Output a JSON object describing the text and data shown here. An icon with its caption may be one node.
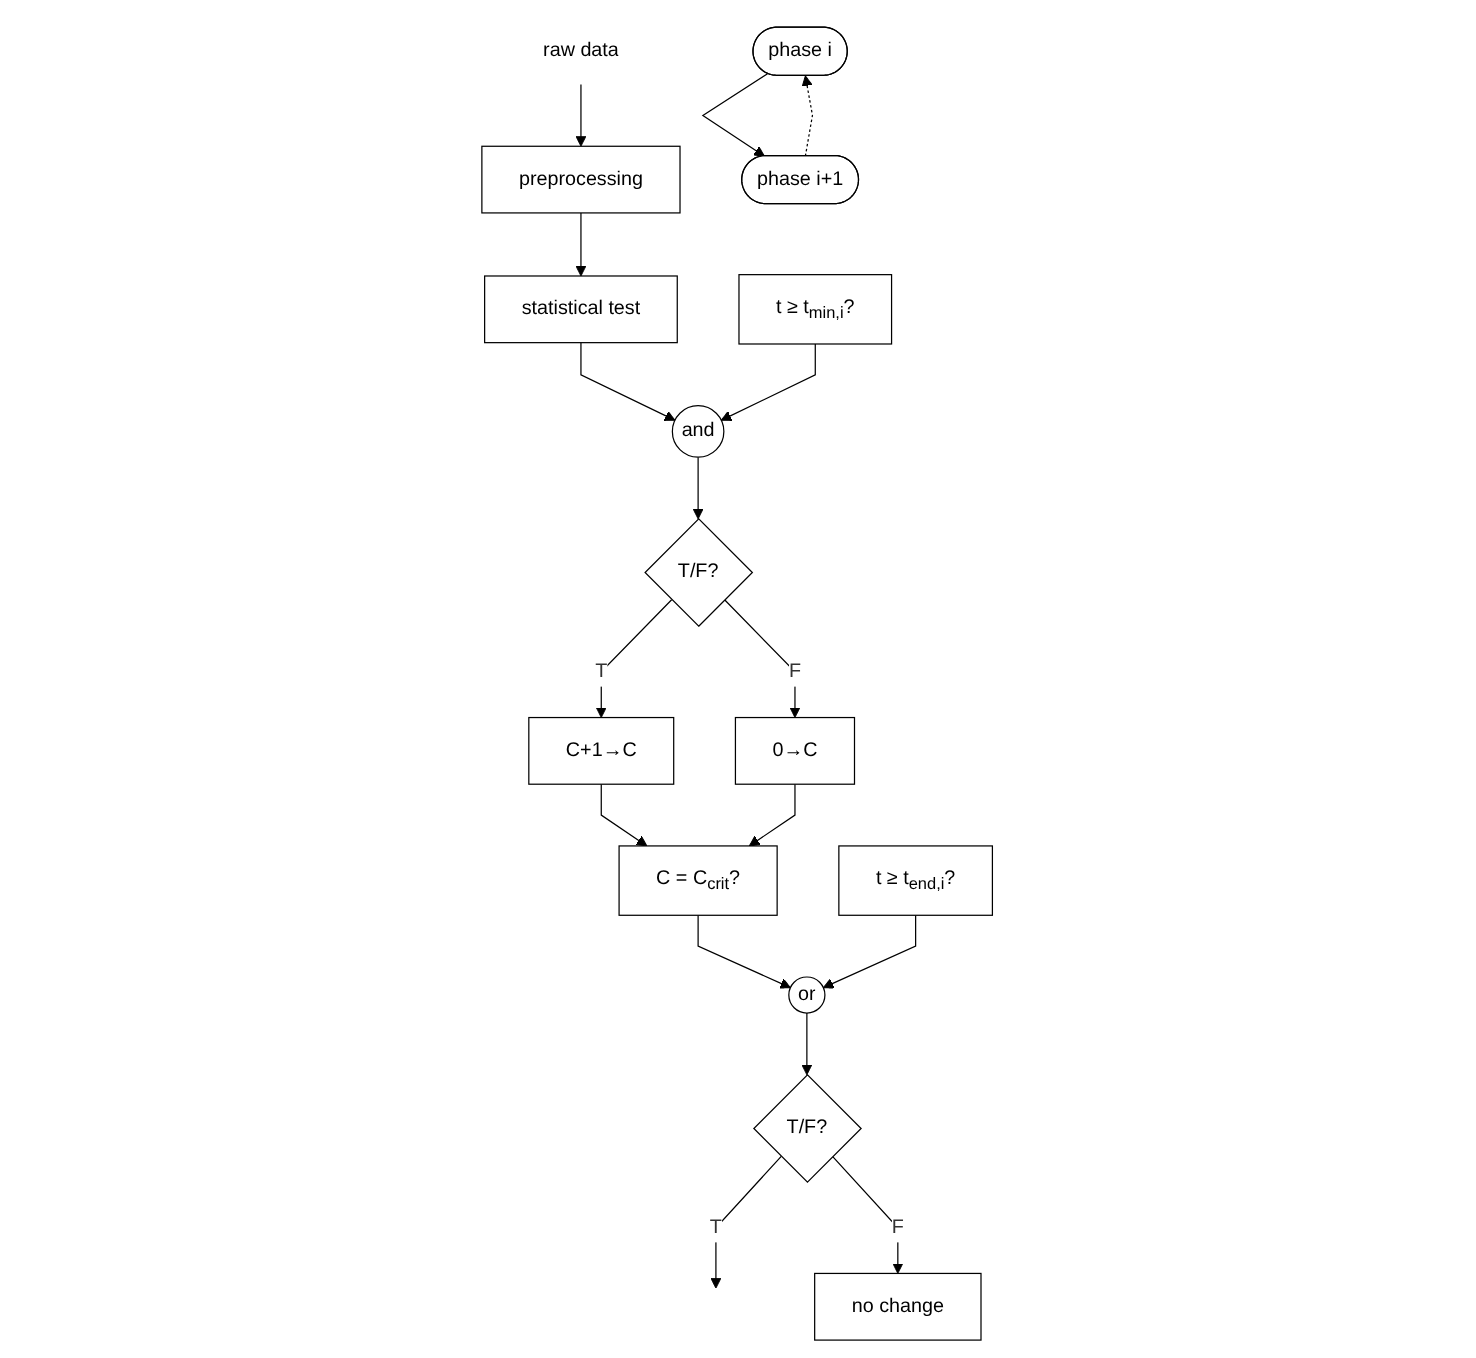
{
  "diagram": {
    "nodes": [
      {
        "text": [
          "raw data"
        ]
      },
      {
        "text": [
          "preprocessing"
        ]
      },
      {
        "text": [
          "statistical test"
        ]
      },
      {
        "text": [
          "t ≥ t$_{min,i}$?"
        ]
      },
      {
        "text": [
          "and"
        ]
      },
      {
        "text": [
          "T/F?"
        ]
      },
      {
        "text": [
          "C+1→C"
        ]
      },
      {
        "text": [
          "0→C"
        ]
      },
      {
        "text": [
          "C = C$_{crit}$?"
        ]
      },
      {
        "text": [
          "t ≥ t$_{end,i}$?"
        ]
      },
      {
        "text": [
          "or"
        ]
      },
      {
        "text": [
          "T/F?"
        ]
      },
      {
        "text": [
          "phase i"
        ]
      },
      {
        "text": [
          "phase i+1"
        ]
      },
      {
        "text": [
          "no change"
        ]
      }
    ],
    "edges": [
      {
        "from": 0,
        "to": 1,
        "arrow": "to"
      },
      {
        "from": 1,
        "to": 2,
        "arrow": "to"
      },
      {
        "from": 2,
        "to": 4,
        "arrow": "to"
      },
      {
        "from": 3,
        "to": 4,
        "arrow": "to"
      },
      {
        "from": 4,
        "to": 5,
        "arrow": "to"
      },
      {
        "from": 5,
        "to": 6,
        "arrow": "to",
        "label": "T"
      },
      {
        "from": 5,
        "to": 7,
        "arrow": "to",
        "label": "F"
      },
      {
        "from": 6,
        "to": 8,
        "arrow": "to"
      },
      {
        "from": 7,
        "to": 8,
        "arrow": "to"
      },
      {
        "from": 8,
        "to": 10,
        "arrow": "to"
      },
      {
        "from": 9,
        "to": 10,
        "arrow": "to"
      },
      {
        "from": 10,
        "to": 11,
        "arrow": "to"
      },
      {
        "from": 11,
        "to": null,
        "arrow": "to",
        "label": "T"
      },
      {
        "from": 11,
        "to": 14,
        "arrow": "to",
        "label": "F"
      },
      {
        "from": 12,
        "to": 13,
        "arrow": "to"
      },
      {
        "from": 13,
        "to": 12,
        "arrow": "to",
        "style": "dashed"
      }
    ]
  }
}
